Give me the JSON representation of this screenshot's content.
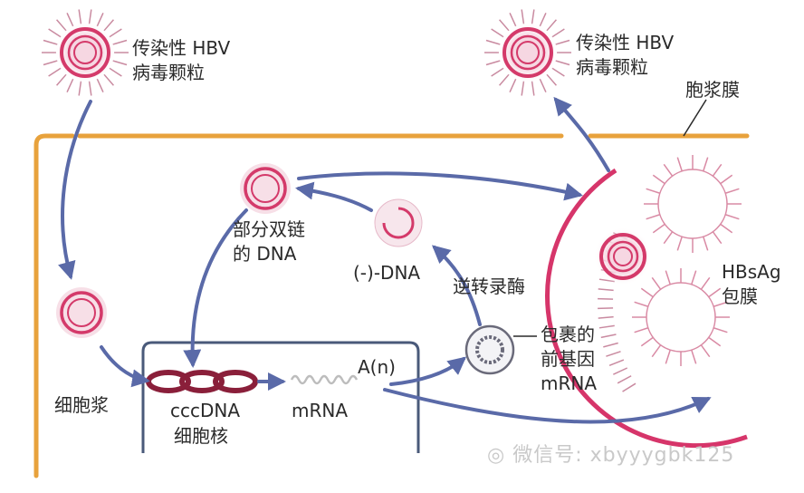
{
  "labels": {
    "virion_in_line1": "传染性 HBV",
    "virion_in_line2": "病毒颗粒",
    "virion_out_line1": "传染性 HBV",
    "virion_out_line2": "病毒颗粒",
    "plasma_membrane": "胞浆膜",
    "partial_dsdna_line1": "部分双链",
    "partial_dsdna_line2": "的 DNA",
    "minus_dna": "(-)-DNA",
    "reverse_transcriptase": "逆转录酶",
    "hbsag_line1": "HBsAg",
    "hbsag_line2": "包膜",
    "cytoplasm": "细胞浆",
    "cccdna": "cccDNA",
    "nucleus": "细胞核",
    "mrna": "mRNA",
    "polya": "A(n)",
    "pgrna_line1": "包裹的",
    "pgrna_line2": "前基因",
    "pgrna_line3": "mRNA"
  },
  "watermark": {
    "text": "微信号: xbyyygbk125"
  },
  "colors": {
    "membrane": "#e8a23c",
    "nucleus_border": "#4a5a7a",
    "arrow": "#5a6aa8",
    "virion_ring": "#d43a6a",
    "envelope": "#d6356a",
    "hbsag_spheres": "#d98aa4",
    "cccdna": "#8a1f3a",
    "text": "#2a2a2a"
  }
}
